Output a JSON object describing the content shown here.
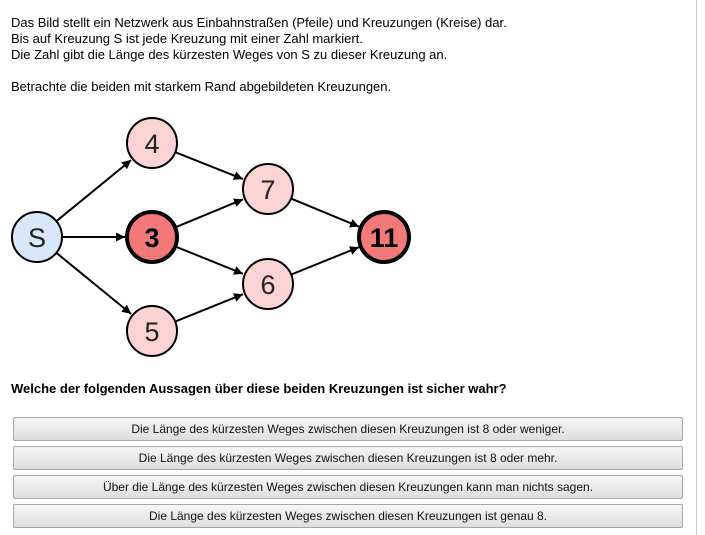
{
  "intro": {
    "line1": "Das Bild stellt ein Netzwerk aus Einbahnstraßen (Pfeile) und Kreuzungen (Kreise) dar.",
    "line2": "Bis auf Kreuzung S ist jede Kreuzung mit einer Zahl markiert.",
    "line3": "Die Zahl gibt die Länge des kürzesten Weges von S zu dieser Kreuzung an.",
    "line4": "Betrachte die beiden mit starkem Rand abgebildeten Kreuzungen."
  },
  "graph": {
    "nodes": [
      {
        "id": "S",
        "label": "S",
        "fill": "#d9e7fb",
        "highlight": false
      },
      {
        "id": "n4",
        "label": "4",
        "fill": "#fbd3d3",
        "highlight": false
      },
      {
        "id": "n3",
        "label": "3",
        "fill": "#f47a7a",
        "highlight": true
      },
      {
        "id": "n5",
        "label": "5",
        "fill": "#fbd3d3",
        "highlight": false
      },
      {
        "id": "n7",
        "label": "7",
        "fill": "#fbd3d3",
        "highlight": false
      },
      {
        "id": "n6",
        "label": "6",
        "fill": "#fbd3d3",
        "highlight": false
      },
      {
        "id": "n11",
        "label": "11",
        "fill": "#f47a7a",
        "highlight": true
      }
    ],
    "edges": [
      {
        "from": "S",
        "to": "n4"
      },
      {
        "from": "S",
        "to": "n3"
      },
      {
        "from": "S",
        "to": "n5"
      },
      {
        "from": "n4",
        "to": "n7"
      },
      {
        "from": "n3",
        "to": "n7"
      },
      {
        "from": "n3",
        "to": "n6"
      },
      {
        "from": "n5",
        "to": "n6"
      },
      {
        "from": "n7",
        "to": "n11"
      },
      {
        "from": "n6",
        "to": "n11"
      }
    ]
  },
  "question": "Welche der folgenden Aussagen über diese beiden Kreuzungen ist sicher wahr?",
  "answers": [
    "Die Länge des kürzesten Weges zwischen diesen Kreuzungen ist 8 oder weniger.",
    "Die Länge des kürzesten Weges zwischen diesen Kreuzungen ist 8 oder mehr.",
    "Über die Länge des kürzesten Weges zwischen diesen Kreuzungen kann man nichts sagen.",
    "Die Länge des kürzesten Weges zwischen diesen Kreuzungen ist genau 8."
  ]
}
